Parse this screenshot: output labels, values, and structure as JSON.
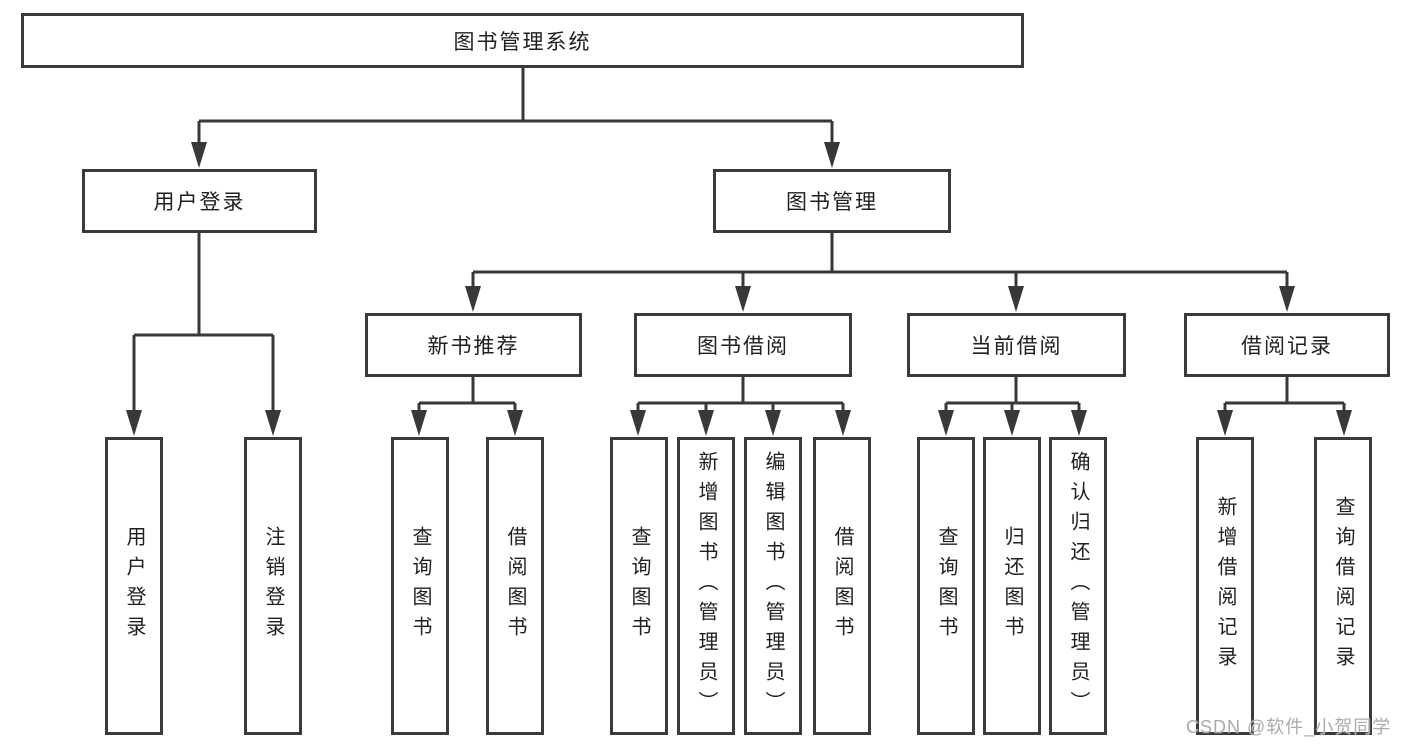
{
  "root": {
    "label": "图书管理系统"
  },
  "user_login": {
    "label": "用户登录",
    "children": [
      {
        "label": "用户登录"
      },
      {
        "label": "注销登录"
      }
    ]
  },
  "book_management": {
    "label": "图书管理",
    "sections": [
      {
        "label": "新书推荐",
        "children": [
          {
            "label": "查询图书"
          },
          {
            "label": "借阅图书"
          }
        ]
      },
      {
        "label": "图书借阅",
        "children": [
          {
            "label": "查询图书"
          },
          {
            "label": "新增图书（管理员）"
          },
          {
            "label": "编辑图书（管理员）"
          },
          {
            "label": "借阅图书"
          }
        ]
      },
      {
        "label": "当前借阅",
        "children": [
          {
            "label": "查询图书"
          },
          {
            "label": "归还图书"
          },
          {
            "label": "确认归还（管理员）"
          }
        ]
      },
      {
        "label": "借阅记录",
        "children": [
          {
            "label": "新增借阅记录"
          },
          {
            "label": "查询借阅记录"
          }
        ]
      }
    ]
  },
  "watermark": "CSDN @软件_小贺同学",
  "colors": {
    "line": "#383838",
    "box_border": "#3a3a3a",
    "text": "#1f1f1f",
    "watermark": "#ababab",
    "background": "#ffffff"
  }
}
